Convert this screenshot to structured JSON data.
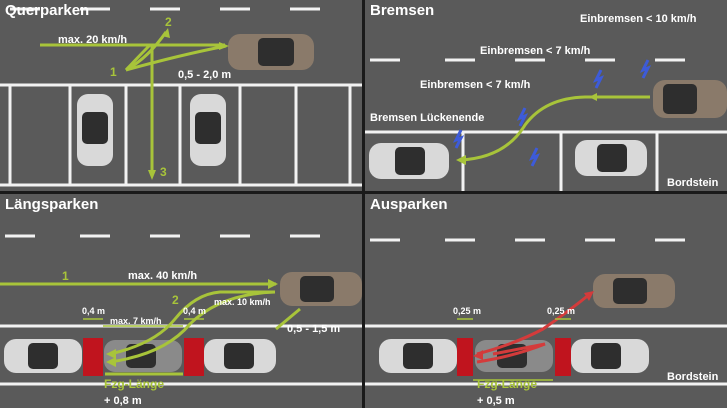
{
  "panels": {
    "querparken": {
      "title": "Querparken",
      "speed": "max. 20 km/h",
      "distance": "0,5 - 2,0 m",
      "step1": "1",
      "step2": "2",
      "step3": "3"
    },
    "bremsen": {
      "title": "Bremsen",
      "brake1": "Einbremsen < 10 km/h",
      "brake2": "Einbremsen < 7 km/h",
      "brake3": "Einbremsen < 7 km/h",
      "gap_end": "Bremsen Lückenende",
      "curb": "Bordstein"
    },
    "laengsparken": {
      "title": "Längsparken",
      "step1": "1",
      "step2": "2",
      "speed_max": "max. 40 km/h",
      "speed_10": "max. 10 km/h",
      "speed_7": "max. 7 km/h",
      "distance": "0,5 - 1,5 m",
      "gap_left": "0,4 m",
      "gap_right": "0,4 m",
      "length_label": "Fzg-Länge",
      "length_add": "+ 0,8 m"
    },
    "ausparken": {
      "title": "Ausparken",
      "gap_left": "0,25 m",
      "gap_right": "0,25 m",
      "length_label": "Fzg-Länge",
      "length_add": "+ 0,5 m",
      "curb": "Bordstein"
    }
  },
  "colors": {
    "asphalt": "#5a5a5a",
    "path_green": "#a8c43a",
    "path_red": "#d43b3b",
    "marker_red": "#c0141e",
    "lane_white": "#f2f2f2",
    "sensor_blue": "#3d5bd9",
    "car_silver": "#d9d9d9",
    "car_bronze": "#8a7a6a"
  }
}
